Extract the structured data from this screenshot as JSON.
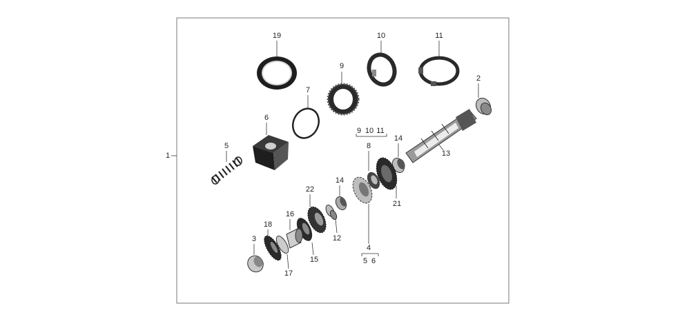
{
  "diagram": {
    "callouts": {
      "c1": "1",
      "c2": "2",
      "c3": "3",
      "c4": "4",
      "c5a": "5",
      "c5b": "5",
      "c6a": "6",
      "c6b": "6",
      "c7": "7",
      "c8": "8",
      "c9a": "9",
      "c9b": "9",
      "c10a": "10",
      "c10b": "10",
      "c11a": "11",
      "c11b": "11",
      "c12": "12",
      "c13": "13",
      "c14a": "14",
      "c14b": "14",
      "c15": "15",
      "c16": "16",
      "c17": "17",
      "c18": "18",
      "c19": "19",
      "c21": "21",
      "c22": "22"
    }
  }
}
